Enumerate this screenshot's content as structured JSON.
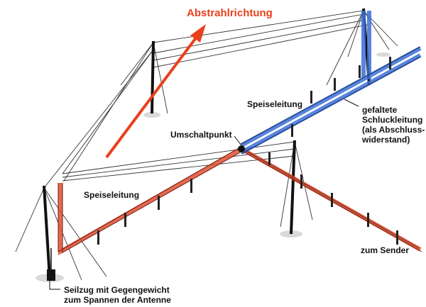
{
  "labels": {
    "direction": "Abstrahlrichtung",
    "feed_upper": "Speiseleitung",
    "feed_lower": "Speiseleitung",
    "switch_point": "Umschaltpunkt",
    "termination_1": "gefaltete",
    "termination_2": "Schluckleitung",
    "termination_3": "(als Abschluss-",
    "termination_4": "widerstand)",
    "to_transmitter": "zum Sender",
    "counterweight_1": "Seilzug mit Gegengewicht",
    "counterweight_2": "zum Spannen der Antenne"
  },
  "colors": {
    "arrow": "#e8401c",
    "red_line": "#e05030",
    "blue_line": "#3b6fd6",
    "ink": "#222222"
  }
}
